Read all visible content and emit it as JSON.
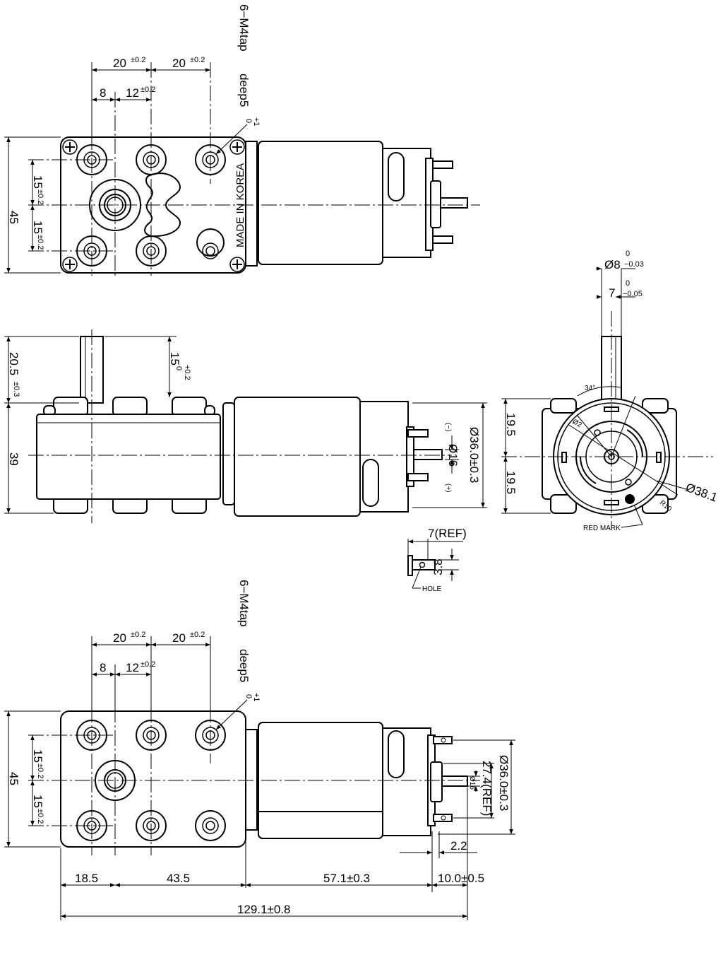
{
  "top_view": {
    "tap_note": "6−M4tap",
    "deep_note": "deep5",
    "deep_tol_upper": "+1",
    "deep_tol_lower": "0",
    "dim_20_a": "20",
    "dim_20_b": "20",
    "tol_02": "±0.2",
    "dim_8": "8",
    "dim_12": "12",
    "dim_45": "45",
    "dim_15_a": "15",
    "dim_15_b": "15",
    "made_in": "MADE IN KOREA"
  },
  "side_view": {
    "dim_20_5": "20.5",
    "tol_03": "±0.3",
    "dim_15": "15",
    "tol_15_upper": "+0.2",
    "tol_15_lower": "0",
    "dim_39": "39",
    "dim_36": "Ø36.0±0.3",
    "dim_16": "Ø16",
    "minus": "(−)",
    "plus": "(+)"
  },
  "end_view": {
    "dim_8": "Ø8",
    "tol_8_upper": "0",
    "tol_8_lower": "−0.03",
    "dim_7": "7",
    "tol_7_upper": "0",
    "tol_7_lower": "−0.05",
    "angle": "34°",
    "dim_19_5_a": "19.5",
    "dim_19_5_b": "19.5",
    "dim_38_1": "Ø38.1",
    "dim_r10": "R10",
    "dim_phi2": "Ø2",
    "red_mark": "RED MARK"
  },
  "terminal_detail": {
    "dim_7_ref": "7(REF)",
    "hole": "HOLE",
    "dim_3_8": "3.8"
  },
  "bottom_view": {
    "tap_note": "6−M4tap",
    "deep_note": "deep5",
    "deep_tol_upper": "+1",
    "deep_tol_lower": "0",
    "dim_20_a": "20",
    "dim_20_b": "20",
    "tol_02": "±0.2",
    "dim_8": "8",
    "dim_12": "12",
    "dim_45": "45",
    "dim_15_a": "15",
    "dim_15_b": "15",
    "dim_36": "Ø36.0±0.3",
    "dim_27_4": "27.4(REF)",
    "dim_16": "Ø16",
    "dim_2_2": "2.2",
    "dim_18_5": "18.5",
    "dim_43_5": "43.5",
    "dim_57_1": "57.1±0.3",
    "dim_10_0": "10.0±0.5",
    "dim_129_1": "129.1±0.8"
  }
}
